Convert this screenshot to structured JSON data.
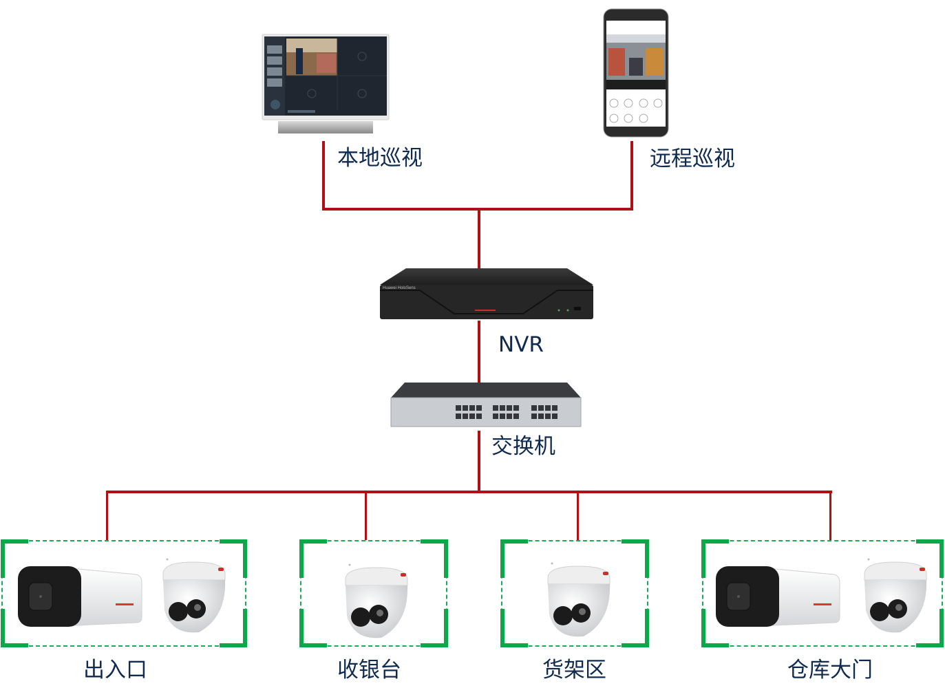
{
  "diagram": {
    "title_nodes": {
      "local_view": {
        "label": "本地巡视",
        "device": "monitor"
      },
      "remote_view": {
        "label": "远程巡视",
        "device": "smartphone"
      },
      "nvr": {
        "label": "NVR",
        "device": "network-video-recorder",
        "brand_text": "Huawei HoloSens"
      },
      "switch": {
        "label": "交换机",
        "device": "ethernet-switch"
      }
    },
    "zones": [
      {
        "label": "出入口",
        "cameras": [
          "bullet-camera",
          "dome-camera"
        ]
      },
      {
        "label": "收银台",
        "cameras": [
          "dome-camera"
        ]
      },
      {
        "label": "货架区",
        "cameras": [
          "dome-camera"
        ]
      },
      {
        "label": "仓库大门",
        "cameras": [
          "bullet-camera",
          "dome-camera"
        ]
      }
    ],
    "connections": [
      [
        "local_view",
        "nvr"
      ],
      [
        "remote_view",
        "nvr"
      ],
      [
        "nvr",
        "switch"
      ],
      [
        "switch",
        "zone-0"
      ],
      [
        "switch",
        "zone-1"
      ],
      [
        "switch",
        "zone-2"
      ],
      [
        "switch",
        "zone-3"
      ]
    ],
    "colors": {
      "wire": "#b10f12",
      "zone_border": "#1aaa55",
      "label_text": "#0f2a4f"
    }
  }
}
